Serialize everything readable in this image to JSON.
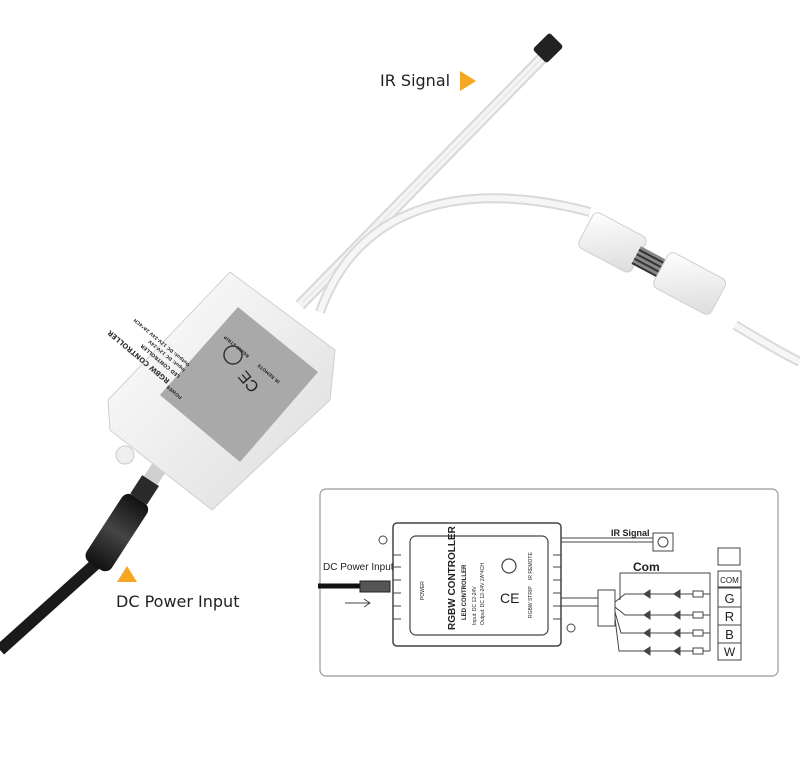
{
  "callouts": {
    "ir_signal": "IR Signal",
    "dc_power_input": "DC Power Input",
    "accent_color": "#F5A623"
  },
  "device_label": {
    "title": "RGBW CONTROLLER",
    "subtitle": "LED CONTROLLER",
    "input": "Input: DC 12V-24V",
    "output": "Output: DC 12V-24V 2A*4CH",
    "power": "POWER",
    "rgbw_strip": "RGBW STRIP",
    "ir_remote": "IR REMOTE"
  },
  "schematic": {
    "dc_power_input": "DC Power Input",
    "ir_signal": "IR Signal",
    "com_label": "Com",
    "controller_title": "RGBW CONTROLLER",
    "controller_subtitle": "LED CONTROLLER",
    "input": "Input: DC 12-24V",
    "output": "Output: DC 12-24V 2A*4CH",
    "power": "POWER",
    "rgbw_strip": "RGBW STRIP",
    "ir_remote": "IR REMOTE",
    "terminals": [
      "COM",
      "G",
      "R",
      "B",
      "W"
    ]
  }
}
